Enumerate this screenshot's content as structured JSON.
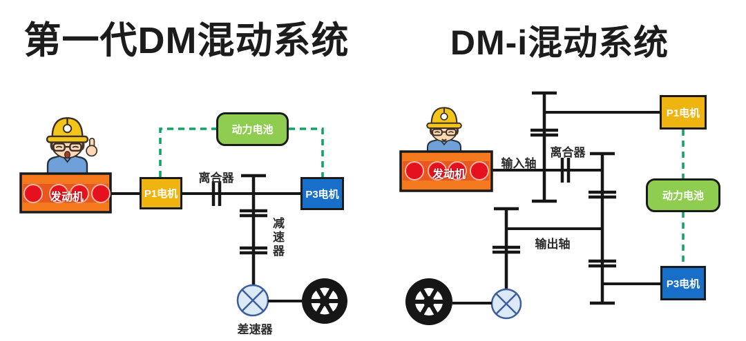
{
  "titles": {
    "left": "第一代DM混动系统",
    "right": "DM-i混动系统"
  },
  "left_diagram": {
    "engine": "发动机",
    "p1_motor": "P1电机",
    "p3_motor": "P3电机",
    "battery": "动力电池",
    "clutch": "离合器",
    "reducer": "减速器",
    "differential": "差速器"
  },
  "right_diagram": {
    "engine": "发动机",
    "p1_motor": "P1电机",
    "p3_motor": "P3电机",
    "battery": "动力电池",
    "clutch": "离合器",
    "input_shaft": "输入轴",
    "output_shaft": "输出轴"
  },
  "colors": {
    "line": "#161616",
    "dash": "#0ca45e",
    "engine_fill": "#f5791f",
    "engine_band": "#e8571e",
    "engine_circle": "#e6111e",
    "p1_fill": "#f0b411",
    "p3_fill": "#176fc9",
    "battery_fill": "#8ecd50",
    "diff_fill": "#dce9f8",
    "diff_stroke": "#3d5e9e"
  }
}
